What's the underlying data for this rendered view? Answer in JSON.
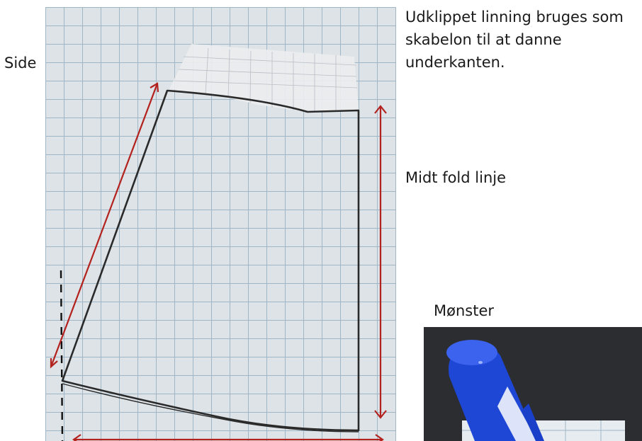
{
  "labels": {
    "side": "Side",
    "caption": "Udklippet linning bruges som skabelon til at danne underkanten.",
    "fold": "Midt fold linje",
    "pattern": "Mønster"
  },
  "colors": {
    "grid_paper": "#dde3e6",
    "grid_lines": "#9fb6c6",
    "arrow_red": "#b3221f",
    "pencil": "#2a2a2a",
    "marker_blue": "#1f47d6"
  }
}
